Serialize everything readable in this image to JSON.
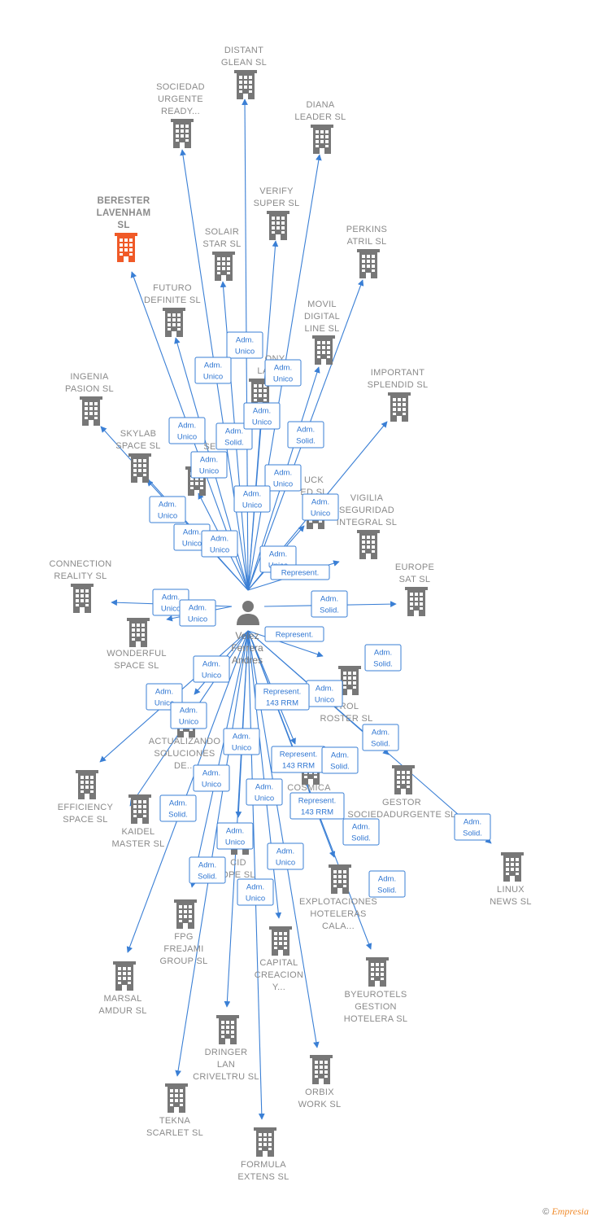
{
  "colors": {
    "edge": "#3a7fd5",
    "building": "#777777",
    "highlight": "#f05a28",
    "text": "#8a8a8a"
  },
  "person": {
    "name_lines": [
      "Velez",
      "Ferrera",
      "Andres"
    ]
  },
  "companies": [
    {
      "id": "distant",
      "lines": [
        "DISTANT",
        "GLEAN  SL"
      ]
    },
    {
      "id": "sociedad-urgente",
      "lines": [
        "SOCIEDAD",
        "URGENTE",
        "READY..."
      ]
    },
    {
      "id": "diana",
      "lines": [
        "DIANA",
        "LEADER  SL"
      ]
    },
    {
      "id": "berester",
      "lines": [
        "BERESTER",
        "LAVENHAM",
        "SL"
      ],
      "highlight": true
    },
    {
      "id": "verify",
      "lines": [
        "VERIFY",
        "SUPER  SL"
      ]
    },
    {
      "id": "solair",
      "lines": [
        "SOLAIR",
        "STAR  SL"
      ]
    },
    {
      "id": "perkins",
      "lines": [
        "PERKINS",
        "ATRIL  SL"
      ]
    },
    {
      "id": "futuro",
      "lines": [
        "FUTURO",
        "DEFINITE  SL"
      ]
    },
    {
      "id": "movil",
      "lines": [
        "MOVIL",
        "DIGITAL",
        "LINE SL"
      ]
    },
    {
      "id": "sony",
      "lines": [
        "ONY",
        "LABSTA"
      ]
    },
    {
      "id": "ingenia",
      "lines": [
        "INGENIA",
        "PASION  SL"
      ]
    },
    {
      "id": "important",
      "lines": [
        "IMPORTANT",
        "SPLENDID  SL"
      ]
    },
    {
      "id": "skylab",
      "lines": [
        "SKYLAB",
        "SPACE  SL"
      ]
    },
    {
      "id": "se-hold",
      "lines": [
        "SE",
        "HOLD"
      ]
    },
    {
      "id": "uck",
      "lines": [
        "UCK",
        "ED  SL"
      ]
    },
    {
      "id": "vigilia",
      "lines": [
        "VIGILIA",
        "SEGURIDAD",
        "INTEGRAL  SL"
      ]
    },
    {
      "id": "connection",
      "lines": [
        "CONNECTION",
        "REALITY  SL"
      ]
    },
    {
      "id": "europe",
      "lines": [
        "EUROPE",
        "SAT  SL"
      ]
    },
    {
      "id": "wonderful",
      "lines": [
        "WONDERFUL",
        "SPACE  SL"
      ]
    },
    {
      "id": "control",
      "lines": [
        "TROL",
        "ROSTER  SL"
      ]
    },
    {
      "id": "actualizando",
      "lines": [
        "ACTUALIZANDO",
        "SOLUCIONES",
        "DE..."
      ]
    },
    {
      "id": "efficiency",
      "lines": [
        "EFFICIENCY",
        "SPACE  SL"
      ]
    },
    {
      "id": "cosmica",
      "lines": [
        "COSMICA",
        "C"
      ]
    },
    {
      "id": "gestor",
      "lines": [
        "GESTOR",
        "SOCIEDADURGENTE SL"
      ]
    },
    {
      "id": "kaidel",
      "lines": [
        "KAIDEL",
        "MASTER  SL"
      ]
    },
    {
      "id": "linux",
      "lines": [
        "LINUX",
        "NEWS  SL"
      ]
    },
    {
      "id": "cid",
      "lines": [
        "CID",
        "OPE  SL"
      ]
    },
    {
      "id": "explotaciones",
      "lines": [
        "EXPLOTACIONES",
        "HOTELERAS",
        "CALA..."
      ]
    },
    {
      "id": "fpg",
      "lines": [
        "FPG",
        "FREJAMI",
        "GROUP  SL"
      ]
    },
    {
      "id": "capital",
      "lines": [
        "CAPITAL",
        "CREACION",
        "Y..."
      ]
    },
    {
      "id": "marsal",
      "lines": [
        "MARSAL",
        "AMDUR  SL"
      ]
    },
    {
      "id": "byeurotels",
      "lines": [
        "BYEUROTELS",
        "GESTION",
        "HOTELERA  SL"
      ]
    },
    {
      "id": "dringer",
      "lines": [
        "DRINGER",
        "LAN",
        "CRIVELTRU SL"
      ]
    },
    {
      "id": "orbix",
      "lines": [
        "ORBIX",
        "WORK  SL"
      ]
    },
    {
      "id": "tekna",
      "lines": [
        "TEKNA",
        "SCARLET  SL"
      ]
    },
    {
      "id": "formula",
      "lines": [
        "FORMULA",
        "EXTENS  SL"
      ]
    }
  ],
  "edge_labels": [
    {
      "lines": [
        "Adm.",
        "Unico"
      ]
    },
    {
      "lines": [
        "Adm.",
        "Unico"
      ]
    },
    {
      "lines": [
        "Adm.",
        "Unico"
      ]
    },
    {
      "lines": [
        "Adm.",
        "Unico"
      ]
    },
    {
      "lines": [
        "Adm.",
        "Solid."
      ]
    },
    {
      "lines": [
        "Adm.",
        "Unico"
      ]
    },
    {
      "lines": [
        "Adm.",
        "Solid."
      ]
    },
    {
      "lines": [
        "Adm.",
        "Unico"
      ]
    },
    {
      "lines": [
        "Adm.",
        "Unico"
      ]
    },
    {
      "lines": [
        "Adm.",
        "Unico"
      ]
    },
    {
      "lines": [
        "Adm.",
        "Unico"
      ]
    },
    {
      "lines": [
        "Adm.",
        "Unico"
      ]
    },
    {
      "lines": [
        "Adm.",
        "Unico"
      ]
    },
    {
      "lines": [
        "Adm.",
        "Unico"
      ]
    },
    {
      "lines": [
        "Adm.",
        "Unico"
      ]
    },
    {
      "lines": [
        "Adm.",
        "Unico"
      ]
    },
    {
      "lines": [
        "Represent."
      ]
    },
    {
      "lines": [
        "Adm.",
        "Unico"
      ]
    },
    {
      "lines": [
        "Adm.",
        "Solid."
      ]
    },
    {
      "lines": [
        "Adm.",
        "Unico"
      ]
    },
    {
      "lines": [
        "Represent."
      ]
    },
    {
      "lines": [
        "Adm.",
        "Solid."
      ]
    },
    {
      "lines": [
        "Adm.",
        "Unico"
      ]
    },
    {
      "lines": [
        "Adm.",
        "Unico"
      ]
    },
    {
      "lines": [
        "Adm.",
        "Unico"
      ]
    },
    {
      "lines": [
        "Represent.",
        "143 RRM"
      ]
    },
    {
      "lines": [
        "Adm.",
        "Unico"
      ]
    },
    {
      "lines": [
        "Adm.",
        "Solid."
      ]
    },
    {
      "lines": [
        "Adm.",
        "Unico"
      ]
    },
    {
      "lines": [
        "Represent.",
        "143 RRM"
      ]
    },
    {
      "lines": [
        "Adm.",
        "Solid."
      ]
    },
    {
      "lines": [
        "Adm.",
        "Unico"
      ]
    },
    {
      "lines": [
        "Adm.",
        "Solid."
      ]
    },
    {
      "lines": [
        "Adm.",
        "Unico"
      ]
    },
    {
      "lines": [
        "Represent.",
        "143 RRM"
      ]
    },
    {
      "lines": [
        "Adm.",
        "Solid."
      ]
    },
    {
      "lines": [
        "Adm.",
        "Solid."
      ]
    },
    {
      "lines": [
        "Adm.",
        "Unico"
      ]
    },
    {
      "lines": [
        "Adm.",
        "Solid."
      ]
    },
    {
      "lines": [
        "Adm.",
        "Unico"
      ]
    },
    {
      "lines": [
        "Adm.",
        "Solid."
      ]
    },
    {
      "lines": [
        "Adm.",
        "Unico"
      ]
    },
    {
      "lines": [
        "Adm.",
        "Solid."
      ]
    }
  ],
  "footer": {
    "copyright": "©",
    "brand": "Empresia"
  }
}
